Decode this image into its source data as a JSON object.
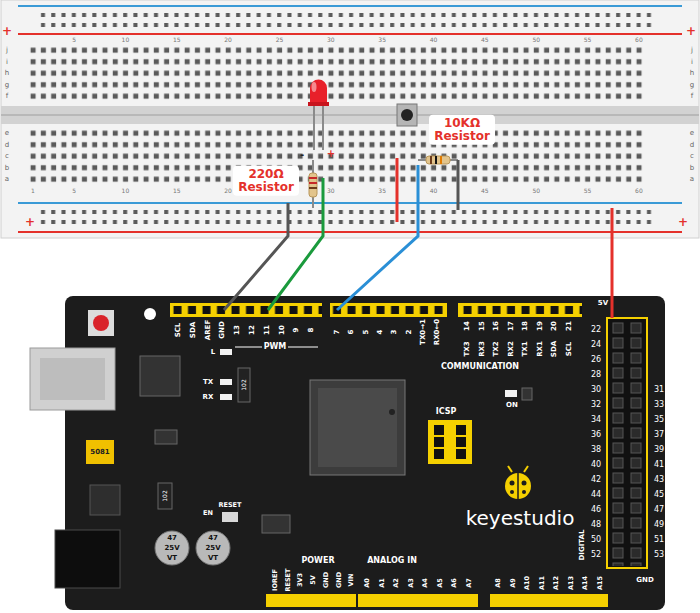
{
  "diagram": {
    "labels": [
      "5",
      "10",
      "15",
      "20",
      "25",
      "30",
      "35",
      "40",
      "45",
      "50",
      "55",
      "60",
      "1",
      "5",
      "10",
      "15",
      "20",
      "25",
      "30",
      "35",
      "40",
      "45",
      "50",
      "55",
      "60",
      "j",
      "i",
      "h",
      "g",
      "f",
      "e",
      "d",
      "c",
      "b",
      "a",
      "j",
      "i",
      "h",
      "g",
      "f",
      "e",
      "d",
      "c",
      "b",
      "a",
      "+",
      "+",
      "+",
      "+",
      "-",
      "+",
      "220Ω Resistor",
      "10KΩ Resistor",
      "SCL",
      "SDA",
      "AREF",
      "GND",
      "13",
      "12",
      "11",
      "10",
      "9",
      "8",
      "7",
      "6",
      "5",
      "4",
      "3",
      "2",
      "TX0→1",
      "RX0←0",
      "14",
      "15",
      "16",
      "17",
      "18",
      "19",
      "20",
      "21",
      "TX3",
      "RX3",
      "TX2",
      "RX2",
      "TX1",
      "RX1",
      "SDA",
      "SCL",
      "PWM",
      "COMMUNICATION",
      "L",
      "TX",
      "RX",
      "ON",
      "ICSP",
      "keyestudio",
      "5V",
      "GND",
      "DIGITAL",
      "POWER",
      "ANALOG IN",
      "EN",
      "RESET",
      "5081",
      "22",
      "24",
      "26",
      "28",
      "30",
      "32",
      "34",
      "36",
      "38",
      "40",
      "42",
      "44",
      "46",
      "48",
      "50",
      "52",
      "31",
      "33",
      "35",
      "37",
      "39",
      "41",
      "43",
      "45",
      "47",
      "49",
      "51",
      "53",
      "IOREF",
      "RESET",
      "3V3",
      "5V",
      "GND",
      "GND",
      "VIN",
      "A0",
      "A1",
      "A2",
      "A3",
      "A4",
      "A5",
      "A6",
      "A7",
      "A8",
      "A9",
      "A10",
      "A11",
      "A12",
      "A13",
      "A14",
      "A15",
      "47",
      "25V",
      "VT",
      "47",
      "25V",
      "VT",
      "102",
      "102"
    ]
  }
}
